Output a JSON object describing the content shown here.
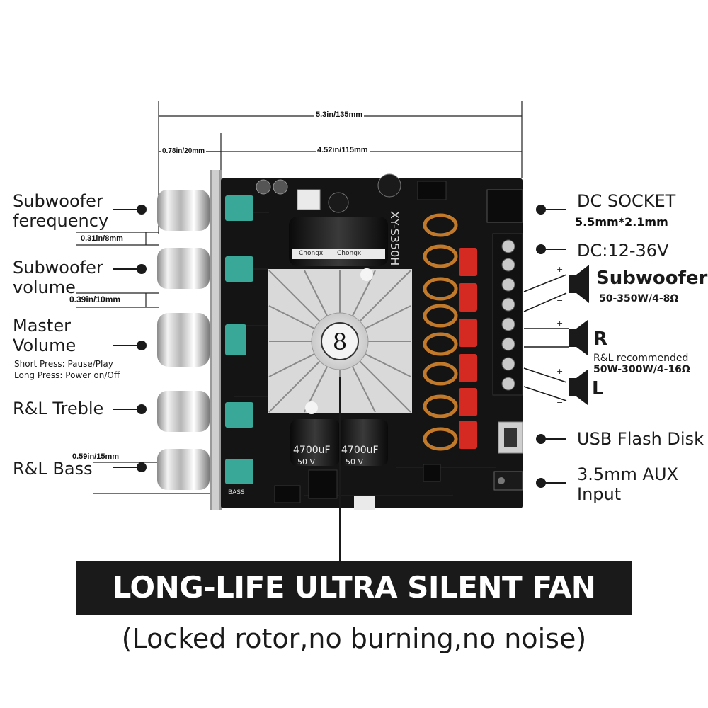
{
  "dimensions": {
    "overall_width": "5.3in/135mm",
    "board_width": "4.52in/115mm",
    "knob_offset": "0.78in/20mm",
    "gap_1": "0.31in/8mm",
    "gap_2": "0.39in/10mm",
    "gap_3": "0.59in/15mm"
  },
  "left_labels": {
    "subwoofer_frequency": [
      "Subwoofer",
      "ferequency"
    ],
    "subwoofer_volume": [
      "Subwoofer",
      "volume"
    ],
    "master_volume": [
      "Master",
      "Volume"
    ],
    "short_press": "Short Press: Pause/Play",
    "long_press": "Long Press: Power on/Off",
    "rl_treble": "R&L Treble",
    "rl_bass": "R&L Bass"
  },
  "right_labels": {
    "dc_socket": "DC SOCKET",
    "dc_socket_size": "5.5mm*2.1mm",
    "dc_voltage": "DC:12-36V",
    "subwoofer": "Subwoofer",
    "subwoofer_spec": "50-350W/4-8Ω",
    "r": "R",
    "l": "L",
    "rl_recommended": "R&L recommended",
    "rl_spec": "50W-300W/4-16Ω",
    "usb": "USB Flash Disk",
    "aux": [
      "3.5mm AUX",
      "Input"
    ]
  },
  "board": {
    "model": "XY-S350H",
    "cap_brand": "Chongx",
    "cap_rating": "4700uF",
    "cap_voltage": "50 V",
    "knob_labels": [
      "BASS"
    ],
    "polarity_plus": "+",
    "polarity_minus": "−"
  },
  "banner": {
    "title": "LONG-LIFE ULTRA SILENT FAN",
    "subtitle": "(Locked rotor,no burning,no noise)"
  },
  "colors": {
    "board": "#141414",
    "heatsink": "#d9d9d9",
    "pot": "#3aa898",
    "capacitor": "#d42a22",
    "coil": "#c27a2a",
    "banner_bg": "#1a1a1a"
  }
}
